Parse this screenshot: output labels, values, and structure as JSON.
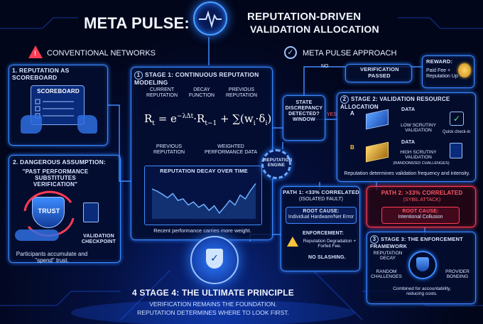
{
  "title": {
    "left": "META PULSE:",
    "right_line1": "REPUTATION-DRIVEN",
    "right_line2": "VALIDATION ALLOCATION"
  },
  "conventional": {
    "header": "CONVENTIONAL NETWORKS",
    "box1_title": "1. REPUTATION AS SCOREBOARD",
    "scoreboard": "SCOREBOARD",
    "box2_title": "2. DANGEROUS ASSUMPTION:",
    "quote": "\"PAST PERFORMANCE SUBSTITUTES VERIFICATION\"",
    "trust": "TRUST",
    "checkpoint": "VALIDATION CHECKPOINT",
    "footer": "Participants accumulate and \"spend\" trust."
  },
  "approach": {
    "header": "META PULSE APPROACH"
  },
  "stage1": {
    "title": "STAGE 1: CONTINUOUS REPUTATION MODELING",
    "lbl_current": "CURRENT REPUTATION",
    "lbl_decay": "DECAY FUNCTION",
    "lbl_prev_top": "PREVIOUS REPUTATION",
    "lbl_prev_bottom": "PREVIOUS REPUTATION",
    "lbl_weighted": "WEIGHTED PERFORMANCE DATA",
    "chart_title": "REPUTATION DECAY OVER TIME",
    "caption": "Recent performance carries more weight."
  },
  "engine": "REPUTATION ENGINE",
  "decision": {
    "text": "STATE DISCREPANCY DETECTED? WINDOW",
    "no": "NO",
    "yes": "YES"
  },
  "verification": "VERIFICATION PASSED",
  "reward": {
    "title": "REWARD:",
    "body": "Paid Fee + Reputation Up"
  },
  "stage2": {
    "title": "STAGE 2: VALIDATION RESOURCE ALLOCATION",
    "a": "A",
    "b": "B",
    "data": "DATA",
    "low": "LOW SCRUTINY VALIDATION",
    "quick": "Quick check-in",
    "high": "HIGH SCRUTINY VALIDATION",
    "random": "(RANDOMIZED CHALLENGES)",
    "footer": "Reputation determines validation frequency and intensity."
  },
  "path1": {
    "title": "PATH 1: <33% CORRELATED",
    "sub": "(ISOLATED FAULT)",
    "root_label": "ROOT CAUSE:",
    "root": "Individual Hardware/Net Error",
    "enf_label": "ENFORCEMENT:",
    "enf": "Reputation Degradation + Forfeit Fee.",
    "noslash": "NO SLASHING."
  },
  "path2": {
    "title": "PATH 2: >33% CORRELATED",
    "sub": "(SYBIL ATTACK)",
    "root_label": "ROOT CAUSE:",
    "root": "Intentional Collusion"
  },
  "stage3": {
    "title": "STAGE 3: THE ENFORCEMENT FRAMEWORK",
    "decay": "REPUTATION DECAY",
    "challenges": "RANDOM CHALLENGES",
    "bonding": "PROVIDER BONDING",
    "footer": "Combined for accountability, reducing costs."
  },
  "stage4": {
    "title": "4 STAGE 4: THE ULTIMATE PRINCIPLE",
    "line1": "VERIFICATION REMAINS THE FOUNDATION.",
    "line2": "REPUTATION DETERMINES WHERE TO LOOK FIRST."
  },
  "colors": {
    "accent": "#3d8bff",
    "alert": "#ff3b55",
    "gold": "#ffc43a",
    "check": "#5ee07a"
  },
  "decay_series": [
    0.78,
    0.72,
    0.64,
    0.55,
    0.66,
    0.48,
    0.52,
    0.36,
    0.44,
    0.3,
    0.38,
    0.22,
    0.34,
    0.15,
    0.31,
    0.48,
    0.36,
    0.62,
    0.52,
    0.74,
    0.92
  ]
}
